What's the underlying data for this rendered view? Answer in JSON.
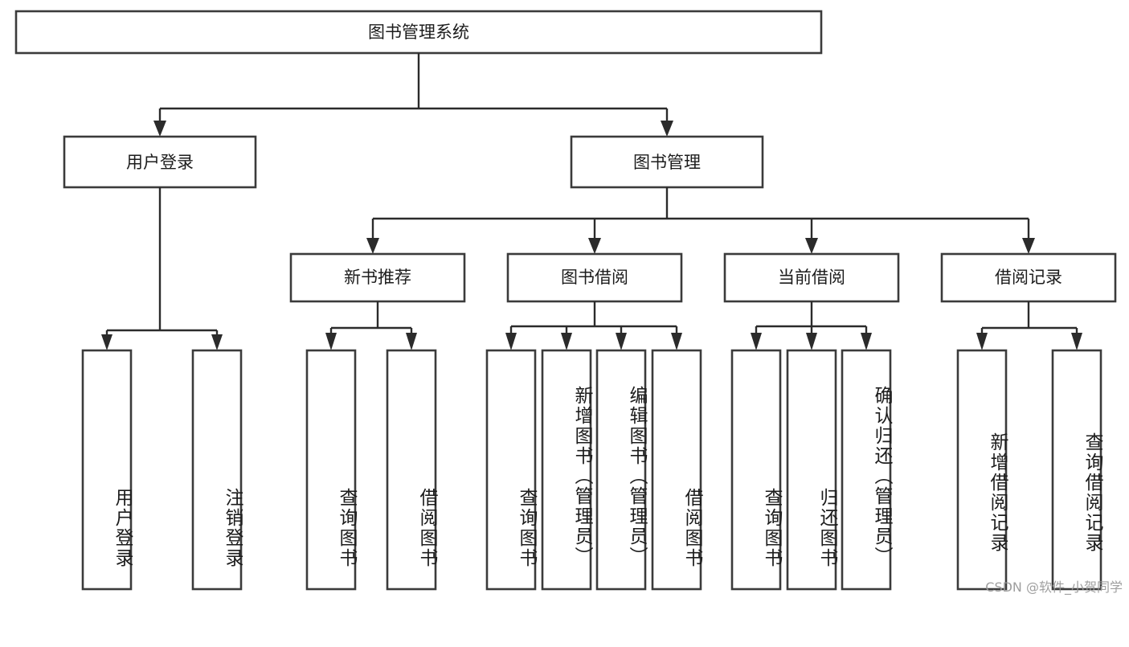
{
  "diagram": {
    "title": "图书管理系统",
    "type": "hierarchy-tree",
    "root": {
      "id": "root",
      "label": "图书管理系统",
      "level": 0
    },
    "level2": [
      {
        "id": "user-login",
        "label": "用户登录"
      },
      {
        "id": "book-management",
        "label": "图书管理"
      }
    ],
    "level3": [
      {
        "id": "new-book-recommend",
        "label": "新书推荐",
        "parent": "book-management"
      },
      {
        "id": "book-borrow",
        "label": "图书借阅",
        "parent": "book-management"
      },
      {
        "id": "current-borrow",
        "label": "当前借阅",
        "parent": "book-management"
      },
      {
        "id": "borrow-record",
        "label": "借阅记录",
        "parent": "book-management"
      }
    ],
    "leaves": [
      {
        "id": "leaf-user-login",
        "label": "用户登录",
        "parent": "user-login"
      },
      {
        "id": "leaf-logout-login",
        "label": "注销登录",
        "parent": "user-login"
      },
      {
        "id": "leaf-query-book-1",
        "label": "查询图书",
        "parent": "new-book-recommend"
      },
      {
        "id": "leaf-borrow-book-1",
        "label": "借阅图书",
        "parent": "new-book-recommend"
      },
      {
        "id": "leaf-query-book-2",
        "label": "查询图书",
        "parent": "book-borrow"
      },
      {
        "id": "leaf-add-book",
        "label": "新增图书（管理员）",
        "parent": "book-borrow"
      },
      {
        "id": "leaf-edit-book",
        "label": "编辑图书（管理员）",
        "parent": "book-borrow"
      },
      {
        "id": "leaf-borrow-book-2",
        "label": "借阅图书",
        "parent": "book-borrow"
      },
      {
        "id": "leaf-query-book-3",
        "label": "查询图书",
        "parent": "current-borrow"
      },
      {
        "id": "leaf-return-book",
        "label": "归还图书",
        "parent": "current-borrow"
      },
      {
        "id": "leaf-confirm-return",
        "label": "确认归还（管理员）",
        "parent": "current-borrow"
      },
      {
        "id": "leaf-add-record",
        "label": "新增借阅记录",
        "parent": "borrow-record"
      },
      {
        "id": "leaf-query-record",
        "label": "查询借阅记录",
        "parent": "borrow-record"
      }
    ],
    "watermark": "CSDN @软件_小贺同学",
    "colors": {
      "box_stroke": "#3b3b3b",
      "connector": "#2b2b2b",
      "background": "#ffffff",
      "text": "#1c1c1c",
      "watermark": "#9a9a9a"
    }
  }
}
